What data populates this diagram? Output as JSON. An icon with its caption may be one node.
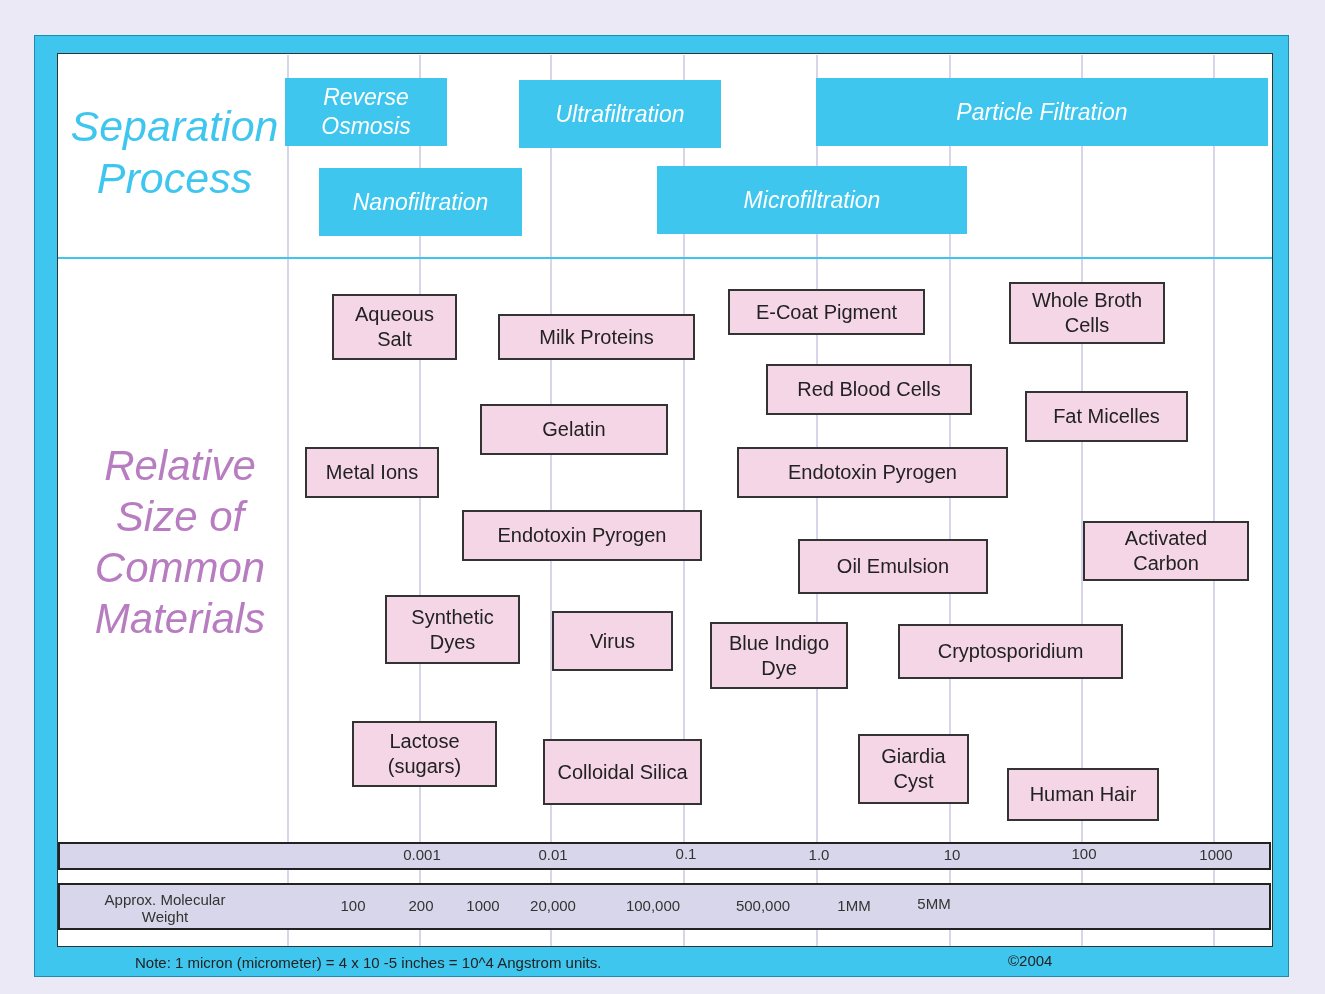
{
  "diagram": {
    "nodes": [
      {
        "text": [
          "Reverse Osmosis"
        ]
      },
      {
        "text": [
          "Ultrafiltration"
        ]
      },
      {
        "text": [
          "Particle Filtration"
        ]
      },
      {
        "text": [
          "Nanofiltration"
        ]
      },
      {
        "text": [
          "Microfiltration"
        ]
      },
      {
        "text": [
          "Whole Broth Cells"
        ]
      },
      {
        "text": [
          "E-Coat Pigment"
        ]
      },
      {
        "text": [
          "Aqueous Salt"
        ]
      },
      {
        "text": [
          "Milk Proteins"
        ]
      },
      {
        "text": [
          "Red Blood Cells"
        ]
      },
      {
        "text": [
          "Fat Micelles"
        ]
      },
      {
        "text": [
          "Gelatin"
        ]
      },
      {
        "text": [
          "Metal Ions"
        ]
      },
      {
        "text": [
          "Endotoxin Pyrogen"
        ]
      },
      {
        "text": [
          "Endotoxin Pyrogen"
        ]
      },
      {
        "text": [
          "Activated Carbon"
        ]
      },
      {
        "text": [
          "Oil Emulsion"
        ]
      },
      {
        "text": [
          "Synthetic Dyes"
        ]
      },
      {
        "text": [
          "Virus"
        ]
      },
      {
        "text": [
          "Blue Indigo Dye"
        ]
      },
      {
        "text": [
          "Cryptosporidium"
        ]
      },
      {
        "text": [
          "Lactose (sugars)"
        ]
      },
      {
        "text": [
          "Colloidal Silica"
        ]
      },
      {
        "text": [
          "Giardia Cyst"
        ]
      },
      {
        "text": [
          "Human Hair"
        ]
      },
      {
        "text": [
          "0.001",
          "0.01",
          "0.1",
          "1.0",
          "10",
          "100",
          "1000"
        ]
      },
      {
        "text": [
          "Approx. Molecular Weight",
          "100",
          "200",
          "1000",
          "20,000",
          "100,000",
          "500,000",
          "1MM",
          "5MM"
        ]
      }
    ],
    "labels": [
      "Separation Process",
      "Relative Size of Common Materials",
      "Note: 1 micron (micrometer) = 4 x 10 -5 inches = 10^4 Angstrom units.",
      "©2004"
    ]
  }
}
